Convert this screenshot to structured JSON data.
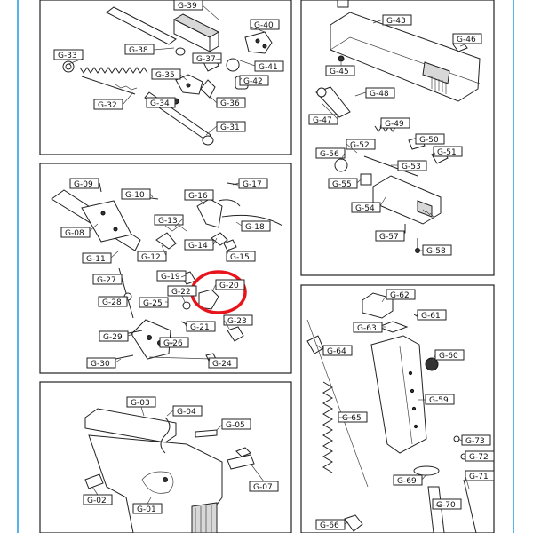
{
  "labels": {
    "g39": "G-39",
    "g38": "G-38",
    "g40": "G-40",
    "g37": "G-37",
    "g41": "G-41",
    "g33": "G-33",
    "g35": "G-35",
    "g42": "G-42",
    "g34": "G-34",
    "g36": "G-36",
    "g32": "G-32",
    "g31": "G-31",
    "g43": "G-43",
    "g46": "G-46",
    "g45": "G-45",
    "g48": "G-48",
    "g47": "G-47",
    "g49": "G-49",
    "g52": "G-52",
    "g50": "G-50",
    "g56": "G-56",
    "g51": "G-51",
    "g53": "G-53",
    "g55": "G-55",
    "g54": "G-54",
    "g57": "G-57",
    "g58": "G-58",
    "g09": "G-09",
    "g17": "G-17",
    "g10": "G-10",
    "g16": "G-16",
    "g13": "G-13",
    "g18": "G-18",
    "g08": "G-08",
    "g14": "G-14",
    "g11": "G-11",
    "g12": "G-12",
    "g15": "G-15",
    "g27": "G-27",
    "g19": "G-19",
    "g20": "G-20",
    "g22": "G-22",
    "g28": "G-28",
    "g25": "G-25",
    "g21": "G-21",
    "g23": "G-23",
    "g29": "G-29",
    "g26": "G-26",
    "g30": "G-30",
    "g24": "G-24",
    "g62": "G-62",
    "g61": "G-61",
    "g63": "G-63",
    "g64": "G-64",
    "g60": "G-60",
    "g59": "G-59",
    "g65": "G-65",
    "g73": "G-73",
    "g72": "G-72",
    "g71": "G-71",
    "g69": "G-69",
    "g70": "G-70",
    "g66": "G-66",
    "g03": "G-03",
    "g04": "G-04",
    "g05": "G-05",
    "g07": "G-07",
    "g02": "G-02",
    "g01": "G-01"
  },
  "highlight": {
    "target": "G-20",
    "color": "#e8141c"
  },
  "colors": {
    "frame": "#57b3ea",
    "ink": "#222222"
  }
}
